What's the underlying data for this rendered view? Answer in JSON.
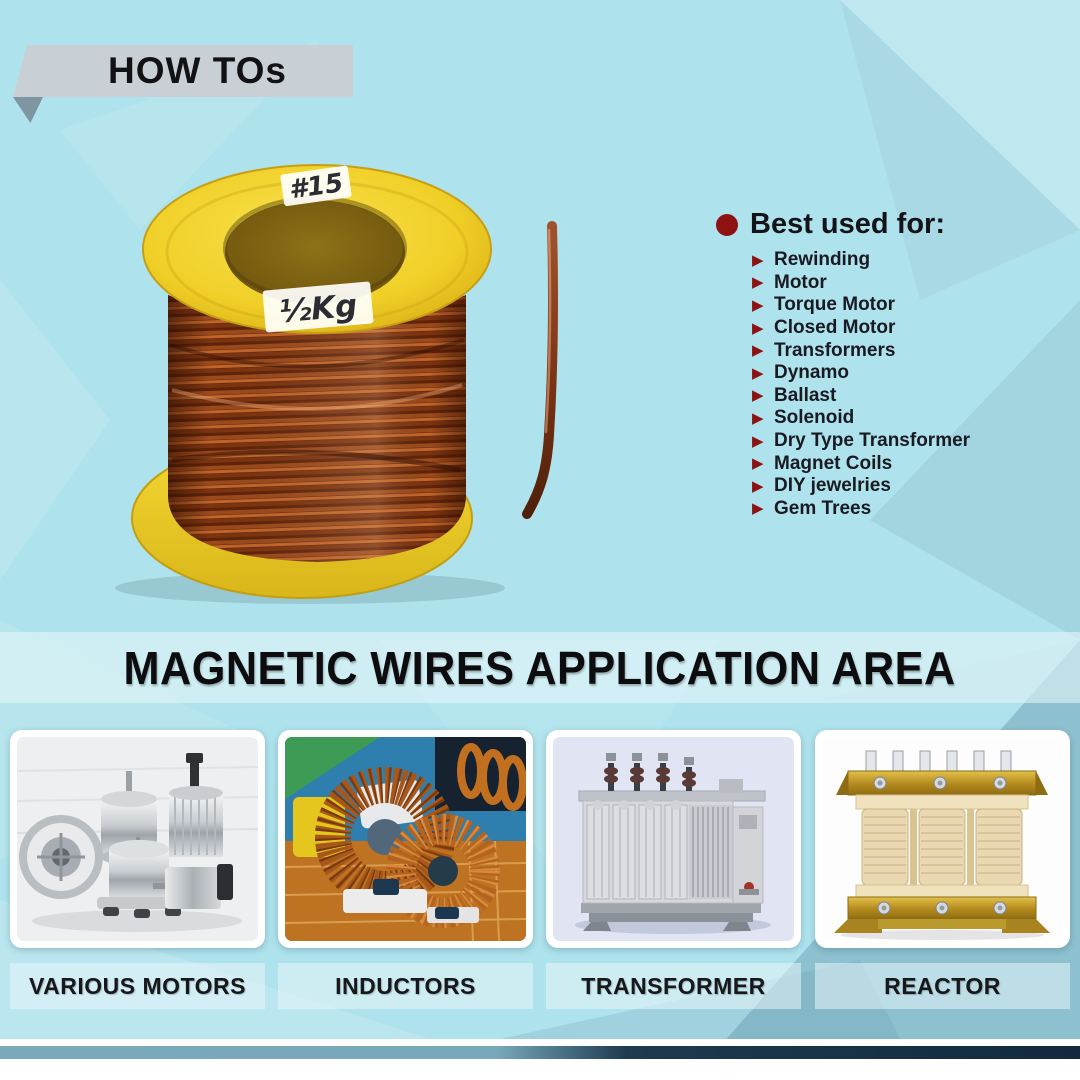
{
  "poster": {
    "header": {
      "ribbon_label": "HOW TOs"
    },
    "spool": {
      "top_label": "#15",
      "front_label": "½Kg"
    },
    "best_used": {
      "title": "Best used for:",
      "arrow_icon": "▶",
      "items": [
        "Rewinding",
        "Motor",
        "Torque Motor",
        "Closed Motor",
        "Transformers",
        "Dynamo",
        "Ballast",
        "Solenoid",
        "Dry Type Transformer",
        "Magnet Coils",
        "DIY jewelries",
        "Gem Trees"
      ]
    },
    "application": {
      "title": "MAGNETIC WIRES APPLICATION AREA",
      "cards": [
        {
          "label": "VARIOUS MOTORS"
        },
        {
          "label": "INDUCTORS"
        },
        {
          "label": "TRANSFORMER"
        },
        {
          "label": "REACTOR"
        }
      ]
    },
    "colors": {
      "background": "#aee2ec",
      "accent_red": "#8e1212",
      "ribbon_gray": "#c9d0d5",
      "spool_yellow": "#f2d42e",
      "copper": "#9c4a1c",
      "footer_bar_left": "#7aa9bc",
      "footer_bar_right": "#13293d"
    }
  }
}
